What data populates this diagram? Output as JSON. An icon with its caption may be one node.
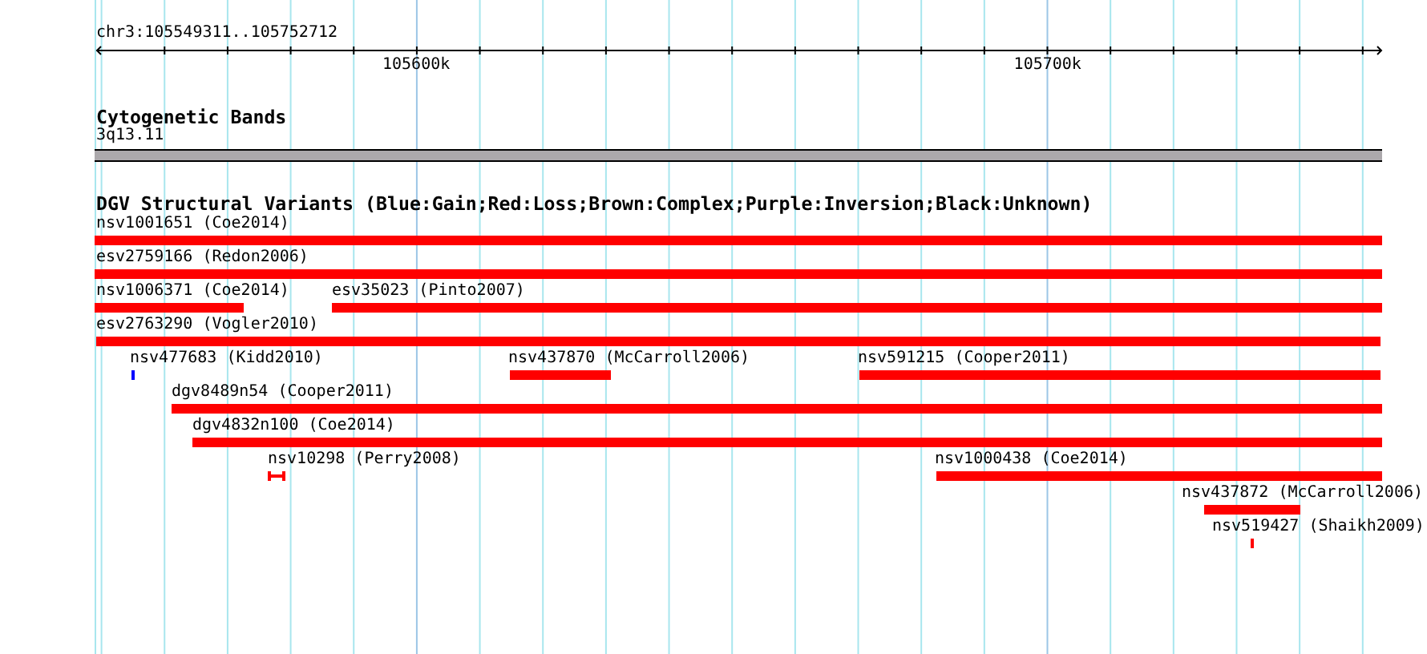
{
  "diagram": {
    "nodes": [
      {
        "text": [
          "3q13.11"
        ]
      },
      {
        "text": [
          "nsv1001651 (Coe2014)"
        ]
      },
      {
        "text": [
          "esv2759166 (Redon2006)"
        ]
      },
      {
        "text": [
          "nsv1006371 (Coe2014)"
        ]
      },
      {
        "text": [
          "esv35023 (Pinto2007)"
        ]
      },
      {
        "text": [
          "esv2763290 (Vogler2010)"
        ]
      },
      {
        "text": [
          "nsv477683 (Kidd2010)"
        ]
      },
      {
        "text": [
          "nsv437870 (McCarroll2006)"
        ]
      },
      {
        "text": [
          "nsv591215 (Cooper2011)"
        ]
      },
      {
        "text": [
          "dgv8489n54 (Cooper2011)"
        ]
      },
      {
        "text": [
          "dgv4832n100 (Coe2014)"
        ]
      },
      {
        "text": [
          "nsv10298 (Perry2008)"
        ]
      },
      {
        "text": [
          "nsv1000438 (Coe2014)"
        ]
      },
      {
        "text": [
          "nsv437872 (McCarroll2006)"
        ]
      },
      {
        "text": [
          "nsv519427 (Shaikh2009)"
        ]
      }
    ],
    "labels": [
      "chr3:105549311..105752712",
      "105600k",
      "105700k",
      "Cytogenetic Bands",
      "DGV Structural Variants (Blue:Gain;Red:Loss;Brown:Complex;Purple:Inversion;Black:Unknown)"
    ]
  }
}
